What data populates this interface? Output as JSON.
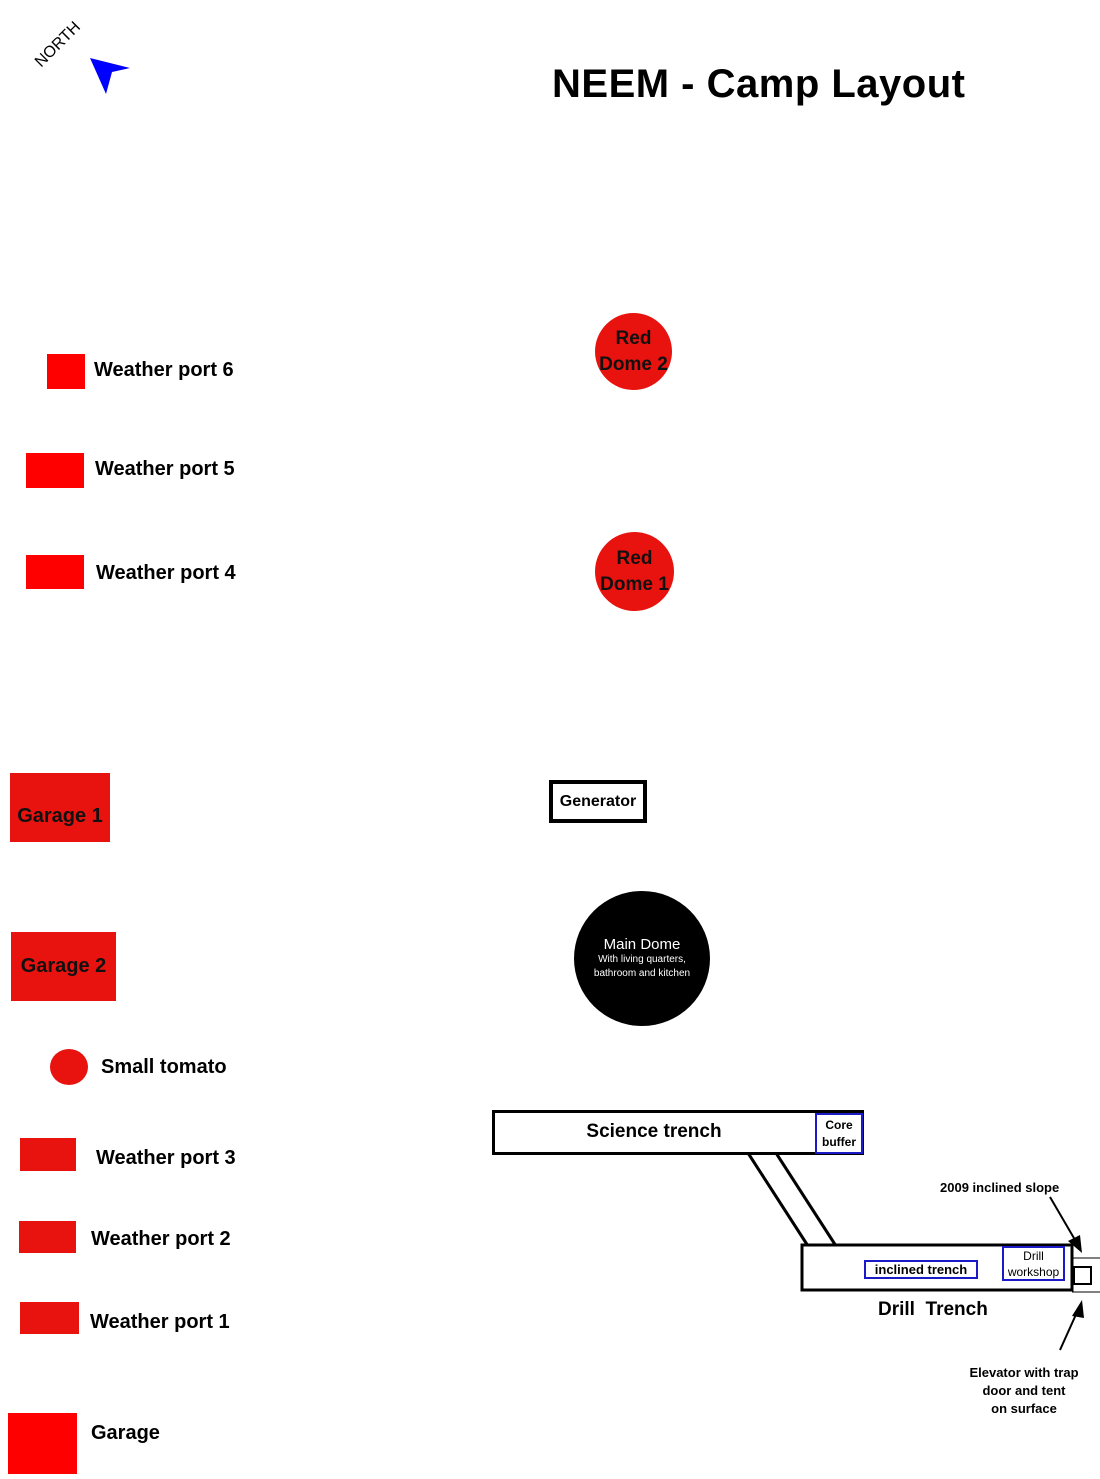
{
  "title": "NEEM - Camp Layout",
  "compass": {
    "label": "NORTH",
    "icon": "north-arrow-icon",
    "color": "#0000ff"
  },
  "colors": {
    "structure_red": "#e8120e",
    "garage_red": "#ff0000",
    "trench_outline": "#000000",
    "inner_box": "#1a1ac8"
  },
  "weather_ports": {
    "wp6": "Weather port 6",
    "wp5": "Weather port 5",
    "wp4": "Weather port 4",
    "wp3": "Weather port 3",
    "wp2": "Weather port 2",
    "wp1": "Weather port 1"
  },
  "garages": {
    "g1": "Garage 1",
    "g2": "Garage 2",
    "g": "Garage"
  },
  "small_tomato": "Small tomato",
  "red_dome_2": {
    "line1": "Red",
    "line2": "Dome 2"
  },
  "red_dome_1": {
    "line1": "Red",
    "line2": "Dome 1"
  },
  "generator": "Generator",
  "main_dome": {
    "line1": "Main Dome",
    "line2": "With living quarters,",
    "line3": "bathroom and kitchen"
  },
  "science_trench": "Science trench",
  "core_buffer": {
    "line1": "Core",
    "line2": "buffer"
  },
  "drill_trench": "Drill  Trench",
  "inclined_trench": "inclined trench",
  "drill_workshop": {
    "line1": "Drill",
    "line2": "workshop"
  },
  "slope_2009": "2009 inclined slope",
  "elevator": {
    "line1": "Elevator with trap",
    "line2": "door and tent",
    "line3": "on surface"
  }
}
